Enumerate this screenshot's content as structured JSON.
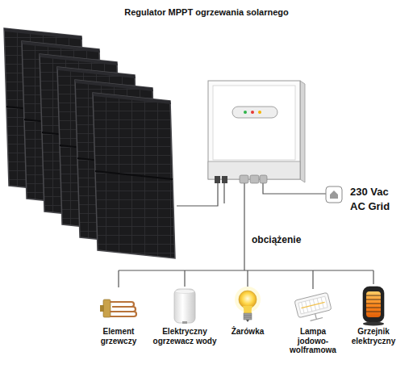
{
  "diagram": {
    "title": "Regulator MPPT ogrzewania solarnego",
    "labels": [
      "230 Vac AC Grid",
      "obciążenie",
      "Element grzewczy",
      "Elektryczny ogrzewacz wody",
      "Żarówka",
      "Lampa jodowo-wolframowa",
      "Grzejnik elektryczny"
    ]
  }
}
